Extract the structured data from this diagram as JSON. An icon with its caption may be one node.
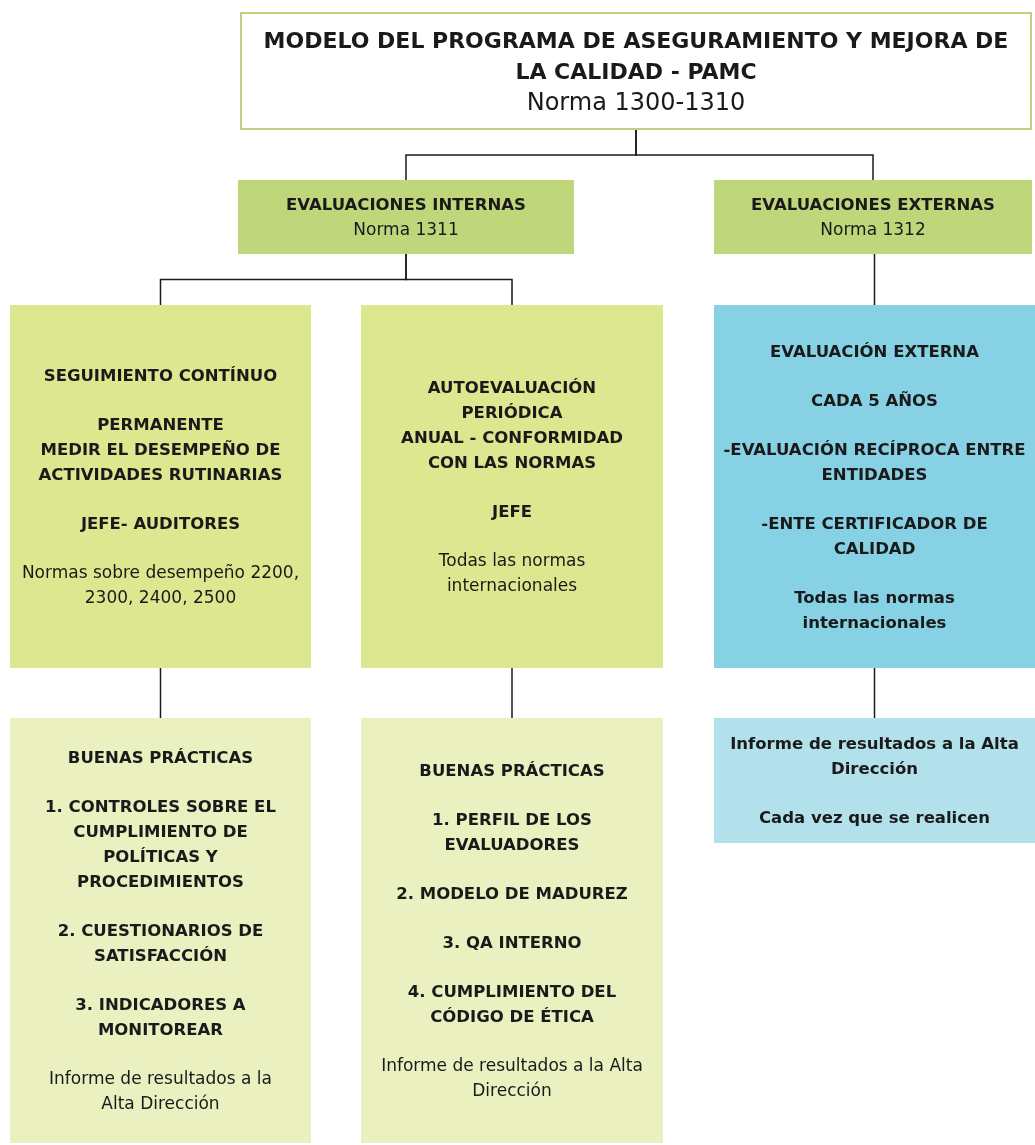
{
  "diagram": {
    "nodes": [
      {
        "text": [
          "MODELO DEL PROGRAMA DE ASEGURAMIENTO Y MEJORA DE LA CALIDAD - PAMC",
          "Norma 1300-1310"
        ]
      },
      {
        "text": [
          "EVALUACIONES INTERNAS",
          "Norma 1311"
        ]
      },
      {
        "text": [
          "EVALUACIONES EXTERNAS",
          "Norma 1312"
        ]
      },
      {
        "text": [
          "SEGUIMIENTO CONTÍNUO",
          "PERMANENTE",
          "MEDIR EL DESEMPEÑO DE ACTIVIDADES RUTINARIAS",
          "JEFE- AUDITORES",
          "Normas sobre desempeño 2200, 2300, 2400, 2500"
        ]
      },
      {
        "text": [
          "AUTOEVALUACIÓN PERIÓDICA",
          "ANUAL - CONFORMIDAD CON LAS NORMAS",
          "JEFE",
          "Todas las normas internacionales"
        ]
      },
      {
        "text": [
          "EVALUACIÓN EXTERNA",
          "CADA 5 AÑOS",
          "-EVALUACIÓN RECÍPROCA ENTRE ENTIDADES",
          "-ENTE CERTIFICADOR DE CALIDAD",
          "Todas las normas internacionales"
        ]
      },
      {
        "text": [
          "BUENAS PRÁCTICAS",
          "1. CONTROLES SOBRE EL CUMPLIMIENTO DE POLÍTICAS Y PROCEDIMIENTOS",
          "2. CUESTIONARIOS DE SATISFACCIÓN",
          "3. INDICADORES A MONITOREAR",
          "Informe de resultados a la Alta Dirección"
        ]
      },
      {
        "text": [
          "BUENAS PRÁCTICAS",
          "1. PERFIL DE LOS EVALUADORES",
          "2. MODELO DE MADUREZ",
          "3. QA INTERNO",
          "4. CUMPLIMIENTO DEL CÓDIGO DE ÉTICA",
          "Informe de resultados a la Alta Dirección"
        ]
      },
      {
        "text": [
          "Informe de resultados a la Alta Dirección",
          "Cada vez que se realicen"
        ]
      }
    ],
    "edges": [
      {
        "from": 0,
        "to": 1,
        "arrow": "none"
      },
      {
        "from": 0,
        "to": 2,
        "arrow": "none"
      },
      {
        "from": 1,
        "to": 3,
        "arrow": "none"
      },
      {
        "from": 1,
        "to": 4,
        "arrow": "none"
      },
      {
        "from": 2,
        "to": 5,
        "arrow": "none"
      },
      {
        "from": 3,
        "to": 6,
        "arrow": "none"
      },
      {
        "from": 4,
        "to": 7,
        "arrow": "none"
      },
      {
        "from": 5,
        "to": 8,
        "arrow": "none"
      }
    ]
  }
}
